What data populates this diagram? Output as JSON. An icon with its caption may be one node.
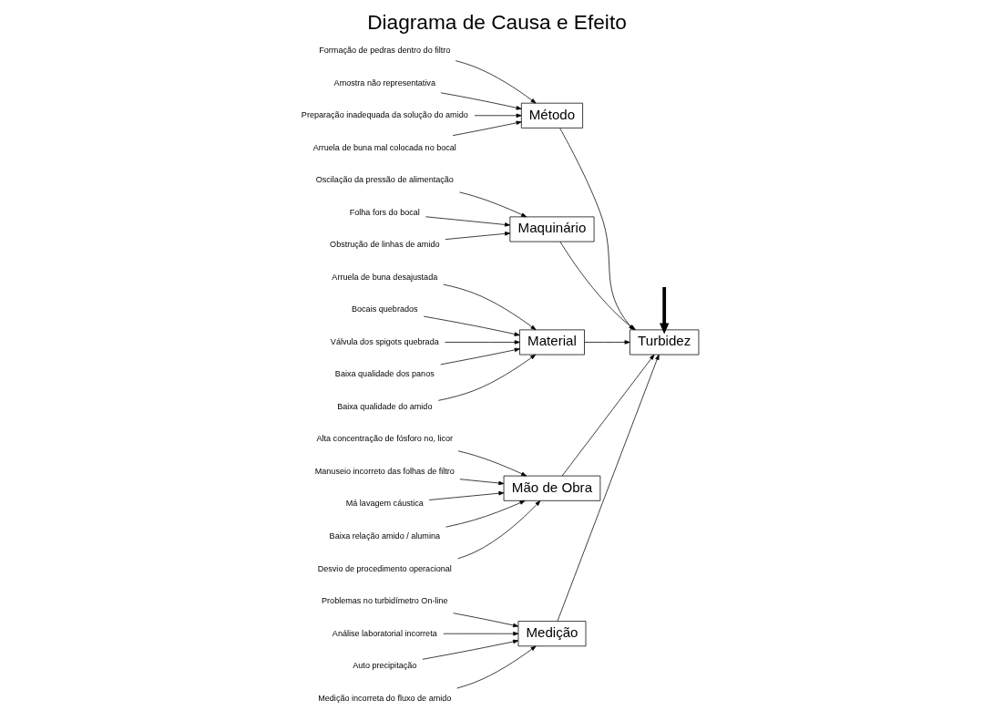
{
  "diagram": {
    "title": "Diagrama de Causa e Efeito",
    "nodes": [
      {
        "text": [
          "Medição"
        ]
      },
      {
        "text": [
          "Método"
        ]
      },
      {
        "text": [
          "Maquinário"
        ]
      },
      {
        "text": [
          "Problemas no turbidímetro On-line"
        ]
      },
      {
        "text": [
          "Análise laboratorial incorreta"
        ]
      },
      {
        "text": [
          "Auto precipitação"
        ]
      },
      {
        "text": [
          "Medição incorreta do fluxo de amido"
        ]
      },
      {
        "text": [
          "Formação de pedras dentro do filtro"
        ]
      },
      {
        "text": [
          "Amostra não representativa"
        ]
      },
      {
        "text": [
          "Preparação inadequada da solução do amido"
        ]
      },
      {
        "text": [
          "Arruela de buna mal colocada no bocal"
        ]
      },
      {
        "text": [
          "Oscilação da pressão de alimentação"
        ]
      },
      {
        "text": [
          "Folha fors do bocal"
        ]
      },
      {
        "text": [
          "Obstrução de linhas de amido"
        ]
      },
      {
        "text": [
          "Turbidez"
        ]
      },
      {
        "text": [
          "Arruela de buna desajustada"
        ]
      },
      {
        "text": [
          "Bocais quebrados"
        ]
      },
      {
        "text": [
          "Válvula dos spigots quebrada"
        ]
      },
      {
        "text": [
          "Baixa qualidade dos panos"
        ]
      },
      {
        "text": [
          "Baixa qualidade do amido"
        ]
      },
      {
        "text": [
          "Alta concentração de fósforo no, licor"
        ]
      },
      {
        "text": [
          "Manuseio incorreto das folhas de filtro"
        ]
      },
      {
        "text": [
          "Má lavagem cáustica"
        ]
      },
      {
        "text": [
          "Baixa relação amido / alumina"
        ]
      },
      {
        "text": [
          "Desvio de procedimento operacional"
        ]
      },
      {
        "text": [
          "Material"
        ]
      },
      {
        "text": [
          "Mão de Obra"
        ]
      }
    ],
    "edges": [
      {
        "from": null,
        "to": 14,
        "arrow": "to",
        "style": "thick"
      },
      {
        "from": 0,
        "to": 14,
        "arrow": "to"
      },
      {
        "from": 1,
        "to": 14,
        "arrow": "to"
      },
      {
        "from": 2,
        "to": 14,
        "arrow": "to"
      },
      {
        "from": 25,
        "to": 14,
        "arrow": "to"
      },
      {
        "from": 26,
        "to": 14,
        "arrow": "to"
      },
      {
        "from": 3,
        "to": 0,
        "arrow": "to"
      },
      {
        "from": 4,
        "to": 0,
        "arrow": "to"
      },
      {
        "from": 5,
        "to": 0,
        "arrow": "to"
      },
      {
        "from": 6,
        "to": 0,
        "arrow": "to"
      },
      {
        "from": 7,
        "to": 1,
        "arrow": "to"
      },
      {
        "from": 8,
        "to": 1,
        "arrow": "to"
      },
      {
        "from": 9,
        "to": 1,
        "arrow": "to"
      },
      {
        "from": 10,
        "to": 1,
        "arrow": "to"
      },
      {
        "from": 11,
        "to": 2,
        "arrow": "to"
      },
      {
        "from": 12,
        "to": 2,
        "arrow": "to"
      },
      {
        "from": 13,
        "to": 2,
        "arrow": "to"
      },
      {
        "from": 15,
        "to": 25,
        "arrow": "to"
      },
      {
        "from": 16,
        "to": 25,
        "arrow": "to"
      },
      {
        "from": 17,
        "to": 25,
        "arrow": "to"
      },
      {
        "from": 18,
        "to": 25,
        "arrow": "to"
      },
      {
        "from": 19,
        "to": 25,
        "arrow": "to"
      },
      {
        "from": 20,
        "to": 26,
        "arrow": "to"
      },
      {
        "from": 21,
        "to": 26,
        "arrow": "to"
      },
      {
        "from": 22,
        "to": 26,
        "arrow": "to"
      },
      {
        "from": 23,
        "to": 26,
        "arrow": "to"
      },
      {
        "from": 24,
        "to": 26,
        "arrow": "to"
      }
    ]
  }
}
